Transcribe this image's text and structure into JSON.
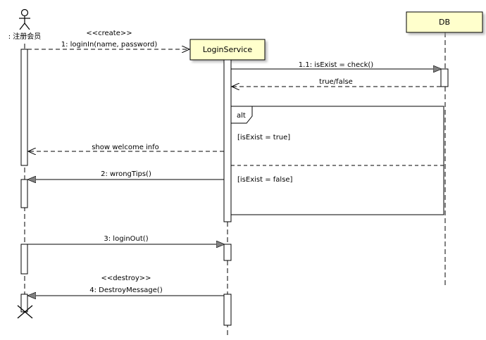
{
  "actor": {
    "name": ": 注册会员"
  },
  "lifelines": {
    "service": "LoginService",
    "db": "DB"
  },
  "messages": {
    "create_stereotype": "<<create>>",
    "login": "1: loginIn(name, password)",
    "check": "1.1: isExist = check()",
    "check_return": "true/false",
    "welcome": "show welcome info",
    "wrong_tips": "2: wrongTips()",
    "login_out": "3: loginOut()",
    "destroy_stereotype": "<<destroy>>",
    "destroy": "4: DestroyMessage()"
  },
  "fragment": {
    "operator": "alt",
    "guard_true": "[isExist = true]",
    "guard_false": "[isExist = false]"
  },
  "colors": {
    "box_fill": "#ffffcc",
    "activation_fill": "#ffffff",
    "arrow_head": "#808080",
    "line": "#000000"
  }
}
